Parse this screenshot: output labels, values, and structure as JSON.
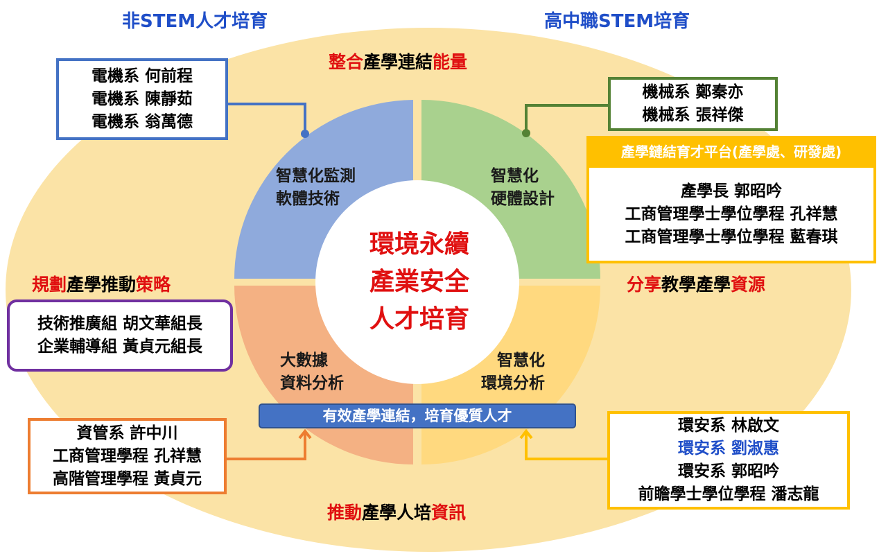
{
  "corners": {
    "top_left": "非STEM人才培育",
    "top_right": "高中職STEM培育"
  },
  "headings": {
    "top": {
      "highlight_a": "整合",
      "middle": "產學連結",
      "highlight_b": "能量"
    },
    "left": {
      "highlight_a": "規劃",
      "middle": "產學推動",
      "highlight_b": "策略"
    },
    "right": {
      "highlight_a": "分享",
      "middle": "教學產學",
      "highlight_b": "資源"
    },
    "bottom": {
      "highlight_a": "推動",
      "middle": "產學人培",
      "highlight_b": "資訊"
    }
  },
  "quadrants": {
    "top_left": [
      "智慧化監測",
      "軟體技術"
    ],
    "top_right": [
      "智慧化",
      "硬體設計"
    ],
    "bottom_left": [
      "大數據",
      "資料分析"
    ],
    "bottom_right": [
      "智慧化",
      "環境分析"
    ]
  },
  "center": [
    "環境永續",
    "產業安全",
    "人才培育"
  ],
  "ribbon": "有效產學連結，培育優質人才",
  "boxes": {
    "electrical": [
      "電機系 何前程",
      "電機系 陳靜茹",
      "電機系 翁萬德"
    ],
    "mechanical": [
      "機械系 鄭秦亦",
      "機械系 張祥傑"
    ],
    "platform_title": "產學鏈結育才平台(產學處、研發處)",
    "platform": [
      "產學長 郭昭吟",
      "工商管理學士學位學程 孔祥慧",
      "工商管理學士學位學程 藍春琪"
    ],
    "strategy": [
      "技術推廣組 胡文華組長",
      "企業輔導組 黃貞元組長"
    ],
    "management": [
      "資管系 許中川",
      "工商管理學程 孔祥慧",
      "高階管理學程 黃貞元"
    ],
    "environment": [
      "環安系 林啟文",
      "環安系 劉淑惠",
      "環安系 郭昭吟",
      "前瞻學士學位學程 潘志龍"
    ]
  },
  "colors": {
    "ellipse": "#fbe3a6",
    "quad_blue": "#8faadc",
    "quad_green": "#a9d18e",
    "quad_salmon": "#f4b183",
    "quad_yellow": "#ffd97f",
    "box_blue": "#4472c4",
    "box_green": "#548235",
    "box_gold": "#ffc000",
    "box_purple": "#7030a0",
    "box_orange": "#ed7d31",
    "title_blue": "#1f4ec8",
    "highlight_red": "#e01010"
  }
}
